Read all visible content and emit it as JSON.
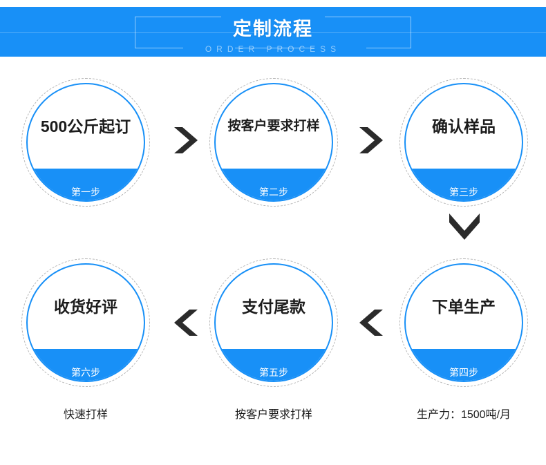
{
  "header": {
    "title": "定制流程",
    "subtitle": "ORDER PROCESS",
    "band_color": "#1890f7"
  },
  "steps": [
    {
      "title": "500公斤起订",
      "label": "第一步"
    },
    {
      "title": "按客户要求打样",
      "label": "第二步"
    },
    {
      "title": "确认样品",
      "label": "第三步"
    },
    {
      "title": "下单生产",
      "label": "第四步"
    },
    {
      "title": "支付尾款",
      "label": "第五步"
    },
    {
      "title": "收货好评",
      "label": "第六步"
    }
  ],
  "arrows": [
    {
      "name": "arrow-step1-to-step2",
      "direction": "right"
    },
    {
      "name": "arrow-step2-to-step3",
      "direction": "right"
    },
    {
      "name": "arrow-step3-to-step4",
      "direction": "down"
    },
    {
      "name": "arrow-step4-to-step5",
      "direction": "left"
    },
    {
      "name": "arrow-step5-to-step6",
      "direction": "left"
    }
  ],
  "captions": [
    {
      "text": "快速打样"
    },
    {
      "text": "按客户要求打样"
    },
    {
      "text": "生产力：1500吨/月"
    }
  ],
  "colors": {
    "brand_blue": "#1890f7",
    "dashed_ring": "#b6b6b6",
    "text_dark": "#1c1c1c",
    "arrow_dark": "#2b2b2b"
  }
}
